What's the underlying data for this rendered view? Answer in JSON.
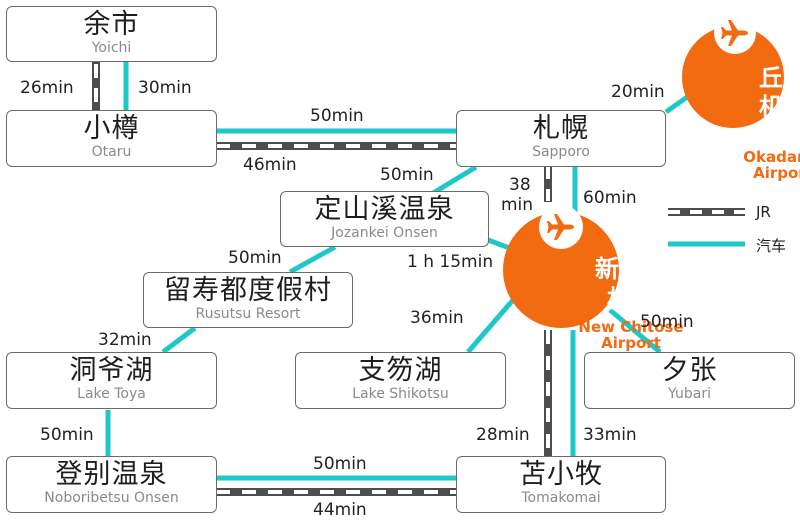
{
  "colors": {
    "bus": "#1ec8c8",
    "jr_dark": "#4d4d4d",
    "airport": "#f26b10",
    "box_border": "#6b6b6b"
  },
  "stations": {
    "yoichi": {
      "zh": "余市",
      "en": "Yoichi"
    },
    "otaru": {
      "zh": "小樽",
      "en": "Otaru"
    },
    "sapporo": {
      "zh": "札幌",
      "en": "Sapporo"
    },
    "jozankei": {
      "zh": "定山溪温泉",
      "en": "Jozankei Onsen"
    },
    "rusutsu": {
      "zh": "留寿都度假村",
      "en": "Rusutsu Resort"
    },
    "toya": {
      "zh": "洞爷湖",
      "en": "Lake Toya"
    },
    "shikotsu": {
      "zh": "支笏湖",
      "en": "Lake Shikotsu"
    },
    "yubari": {
      "zh": "夕张",
      "en": "Yubari"
    },
    "noboribetsu": {
      "zh": "登别温泉",
      "en": "Noboribetsu Onsen"
    },
    "tomakomai": {
      "zh": "苫小牧",
      "en": "Tomakomai"
    }
  },
  "airports": {
    "okadama": {
      "zh_line1": "丘珠",
      "zh_line2": "机场",
      "en_line1": "Okadama",
      "en_line2": "Airport",
      "icon": "airplane-icon"
    },
    "newchitose": {
      "zh_line1": "新千岁",
      "zh_line2": "机场",
      "en_line1": "New Chitose",
      "en_line2": "Airport",
      "icon": "airplane-icon"
    }
  },
  "times": {
    "yoichi_otaru_jr": "26min",
    "yoichi_otaru_bus": "30min",
    "otaru_sapporo_bus": "50min",
    "otaru_sapporo_jr": "46min",
    "sapporo_okadama_bus": "20min",
    "sapporo_jozankei_bus": "50min",
    "sapporo_chitose_jr_a": "38",
    "sapporo_chitose_jr_b": "min",
    "sapporo_chitose_bus": "60min",
    "jozankei_chitose_bus": "1 h 15min",
    "jozankei_rusutsu_bus": "50min",
    "rusutsu_toya_bus": "32min",
    "chitose_shikotsu_bus": "36min",
    "chitose_yubari_bus": "50min",
    "toya_noboribetsu_bus": "50min",
    "noboribetsu_tomakomai_bus": "50min",
    "noboribetsu_tomakomai_jr": "44min",
    "chitose_tomakomai_jr": "28min",
    "chitose_tomakomai_bus": "33min"
  },
  "legend": {
    "jr_label": "JR",
    "bus_label": "汽车"
  }
}
